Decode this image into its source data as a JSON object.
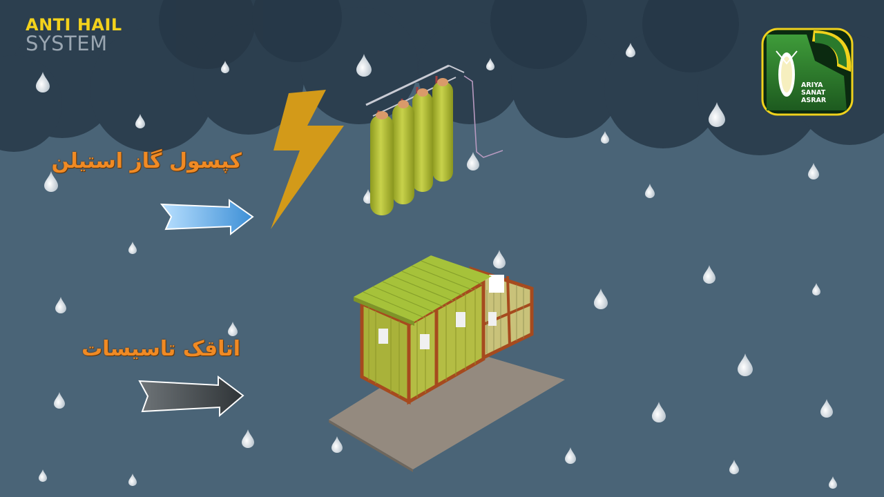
{
  "brand": {
    "line1": "ANTI HAIL",
    "line2": "SYSTEM"
  },
  "labels": {
    "capsule": "کپسول گاز استیلن",
    "room": "اتاقک تاسیسات"
  },
  "logo": {
    "line1": "ARIYA",
    "line2": "SANAT",
    "line3": "ASRAR"
  },
  "colors": {
    "background": "#4a6477",
    "clouds": "#2c3f4f",
    "brand_accent": "#f3d21c",
    "label_text": "#f08a24",
    "lightning": "#d39a19",
    "cylinder": "#b9c43a",
    "room_wall": "#a9b23a",
    "room_frame": "#a64a1e",
    "arrow_blue": "#5aaee8",
    "arrow_dark": "#3e4347"
  },
  "icons": [
    "lightning-bolt-icon",
    "right-arrow-icon",
    "raindrop-icon",
    "corn-logo-icon"
  ]
}
